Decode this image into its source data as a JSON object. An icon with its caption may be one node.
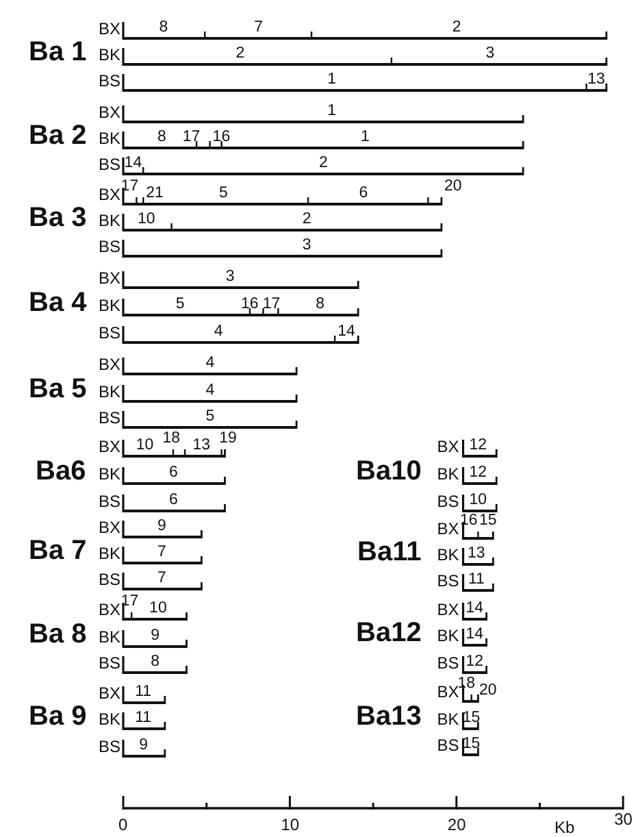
{
  "diagram": {
    "labels": [
      "Ba 1",
      "BX",
      "8",
      "7",
      "2",
      "BK",
      "2",
      "3",
      "BS",
      "1",
      "13",
      "Ba 2",
      "BX",
      "1",
      "BK",
      "8",
      "17",
      "16",
      "1",
      "BS",
      "14",
      "2",
      "Ba 3",
      "BX",
      "17",
      "21",
      "5",
      "6",
      "20",
      "BK",
      "10",
      "2",
      "BS",
      "3",
      "Ba 4",
      "BX",
      "3",
      "BK",
      "5",
      "16",
      "17",
      "8",
      "BS",
      "4",
      "14",
      "Ba 5",
      "BX",
      "4",
      "BK",
      "4",
      "BS",
      "5",
      "Ba6",
      "BX",
      "10",
      "18",
      "13",
      "19",
      "BK",
      "6",
      "BS",
      "6",
      "Ba10",
      "BX",
      "12",
      "BK",
      "12",
      "BS",
      "10",
      "Ba 7",
      "BX",
      "9",
      "BK",
      "7",
      "BS",
      "7",
      "Ba11",
      "BX",
      "16",
      "15",
      "BK",
      "13",
      "BS",
      "11",
      "Ba 8",
      "BX",
      "17",
      "10",
      "BK",
      "9",
      "BS",
      "8",
      "Ba12",
      "BX",
      "14",
      "BK",
      "14",
      "BS",
      "12",
      "Ba 9",
      "BX",
      "11",
      "BK",
      "11",
      "BS",
      "9",
      "Ba13",
      "BX",
      "18",
      "20",
      "BK",
      "15",
      "BS",
      "15",
      "0",
      "10",
      "20",
      "30",
      "Kb"
    ]
  }
}
